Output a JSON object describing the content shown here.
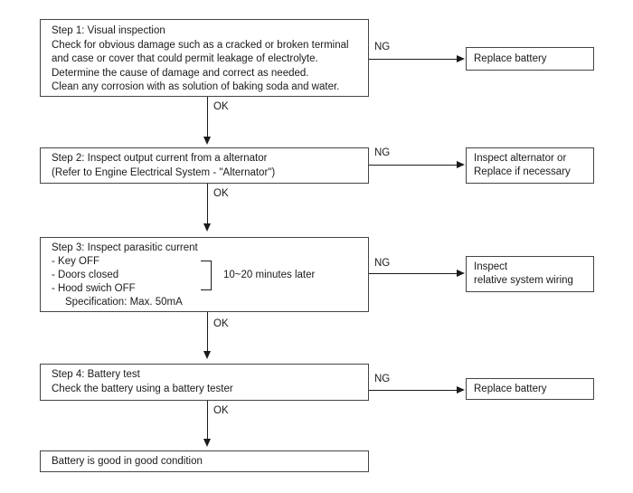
{
  "labels": {
    "ok": "OK",
    "ng": "NG"
  },
  "colors": {
    "background": "#ffffff",
    "border": "#444444",
    "text": "#1a1a1a",
    "line": "#1a1a1a"
  },
  "steps": [
    {
      "name": "step-1-visual-inspection",
      "lines": [
        "Step 1: Visual inspection",
        "Check for obvious damage such as a cracked or broken terminal",
        "and case or cover that could permit leakage of electrolyte.",
        "Determine the cause of damage and correct as needed.",
        "Clean any corrosion with as solution of baking soda and water."
      ]
    },
    {
      "name": "step-2-alternator-output",
      "lines": [
        "Step 2: Inspect output current from a alternator",
        "(Refer to Engine Electrical System - \"Alternator\")"
      ]
    },
    {
      "name": "step-3-parasitic-current",
      "lines": [
        "Step 3: Inspect parasitic current",
        "- Key OFF",
        "- Doors closed",
        "- Hood swich OFF",
        "Specification: Max. 50mA"
      ],
      "annotation": "10~20 minutes later"
    },
    {
      "name": "step-4-battery-test",
      "lines": [
        "Step 4: Battery test",
        "Check the battery using a battery tester"
      ]
    }
  ],
  "outcomes": [
    {
      "name": "replace-battery-1",
      "lines": [
        "Replace battery"
      ]
    },
    {
      "name": "inspect-alternator",
      "lines": [
        "Inspect alternator or",
        "Replace if necessary"
      ]
    },
    {
      "name": "inspect-wiring",
      "lines": [
        "Inspect",
        "relative system wiring"
      ]
    },
    {
      "name": "replace-battery-2",
      "lines": [
        "Replace battery"
      ]
    }
  ],
  "result": "Battery is good in good condition"
}
